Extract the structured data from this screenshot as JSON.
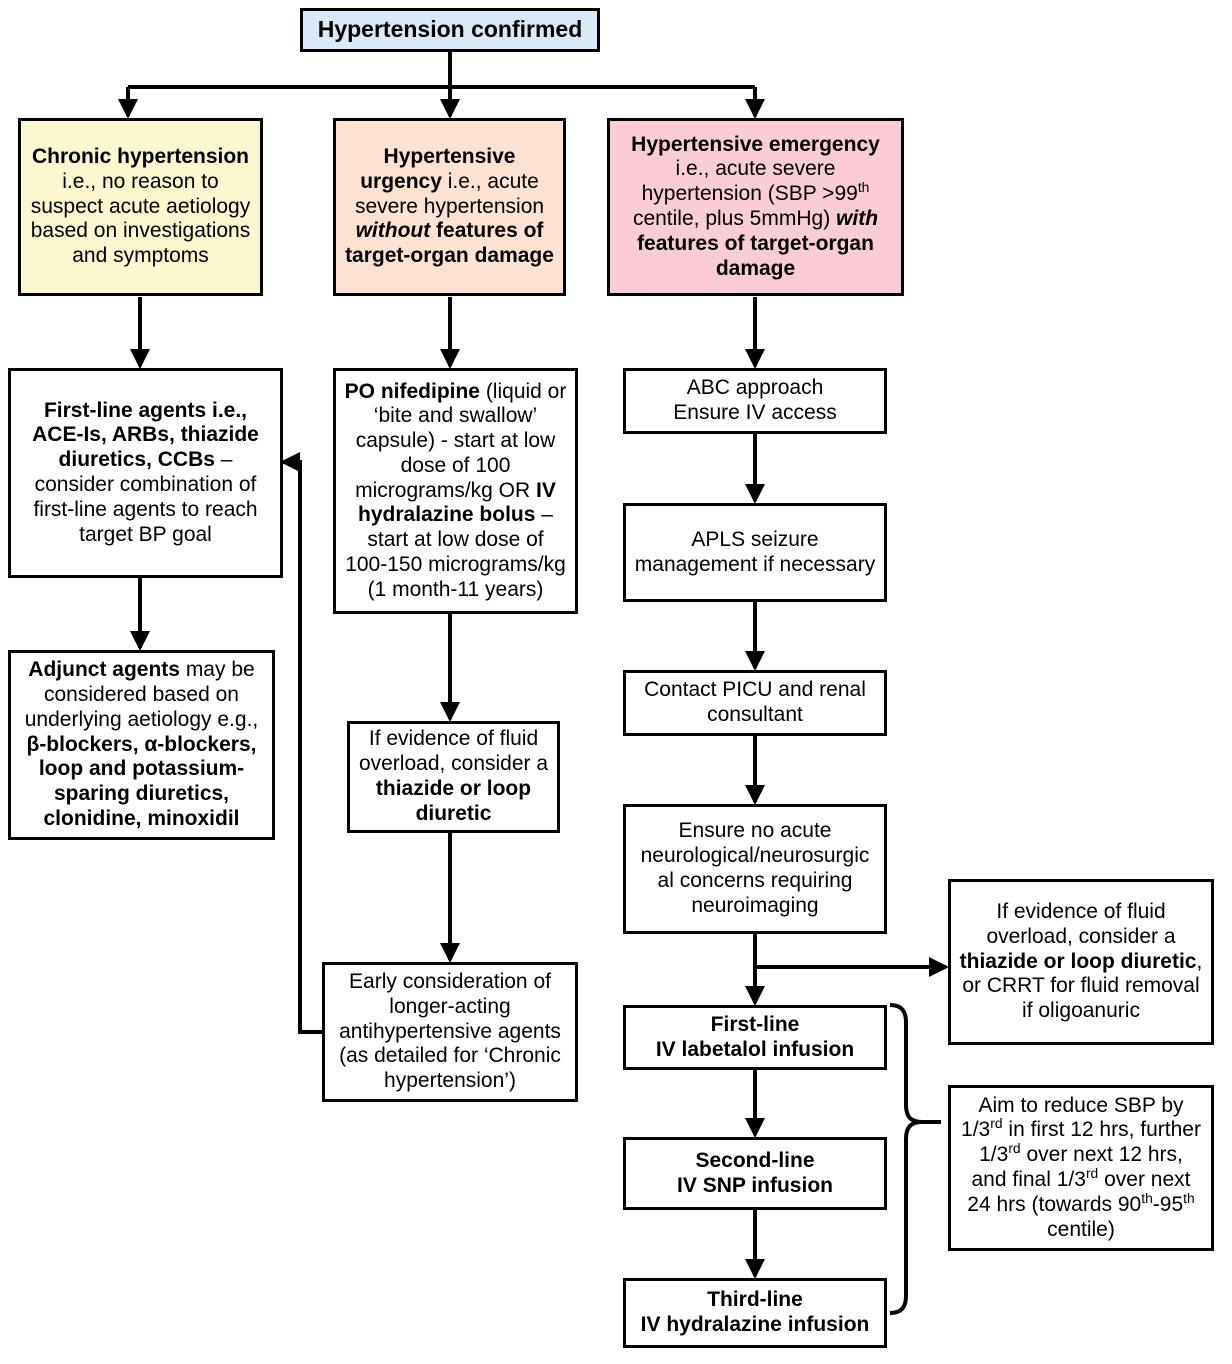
{
  "title": "Paediatric hypertension management flowchart",
  "colors": {
    "confirmed_fill": "#dbe9f7",
    "chronic_fill": "#fbf8d0",
    "urgency_fill": "#fbe2d3",
    "emergency_fill": "#f9ccd6",
    "plain_fill": "#ffffff",
    "stroke": "#000000"
  },
  "nodes": {
    "root": {
      "id": "hypertension-confirmed",
      "label": "Hypertension confirmed"
    },
    "chronic": {
      "id": "chronic-hypertension",
      "strong1": "Chronic",
      "strong2": "hypertension",
      "rest": " i.e., no reason to suspect acute aetiology based on investigations and symptoms"
    },
    "urgency": {
      "id": "hypertensive-urgency",
      "strong1": "Hypertensive",
      "strong2": "urgency",
      "mid": " i.e., acute severe hypertension ",
      "em": "without",
      "tail": " features of target-organ damage"
    },
    "emergency": {
      "id": "hypertensive-emergency",
      "strong1": "Hypertensive emergency",
      "mid1": "i.e., acute severe hypertension (SBP >99",
      "sup1": "th",
      "mid2": " centile, plus 5mmHg) ",
      "em": "with",
      "tail": " features of target-organ damage"
    },
    "first_line_agents": {
      "id": "first-line-agents",
      "strong": "First-line agents i.e., ACE-Is, ARBs, thiazide diuretics, CCBs",
      "rest": " – consider combination of first-line agents to reach target BP goal"
    },
    "adjunct_agents": {
      "id": "adjunct-agents",
      "strong1": "Adjunct agents",
      "mid": " may be considered based on underlying aetiology e.g., ",
      "strong2": "β-blockers, α-blockers, loop and potassium-sparing diuretics, clonidine, minoxidil"
    },
    "po_nifedipine": {
      "id": "po-nifedipine",
      "strong1": "PO nifedipine",
      "mid1": " (liquid or ‘bite and swallow’ capsule) - start at low dose of 100 micrograms/kg OR ",
      "strong2": "IV hydralazine bolus",
      "mid2": " – start at low dose of 100-150 micrograms/kg (1 month-11 years)"
    },
    "fluid_overload_mid": {
      "id": "fluid-overload-thiazide-loop",
      "plain1": "If evidence of fluid overload, consider a ",
      "strong": "thiazide or loop diuretic"
    },
    "early_consideration": {
      "id": "early-consideration-longer-acting",
      "text": "Early consideration of longer-acting antihypertensive agents (as detailed for ‘Chronic hypertension’)"
    },
    "abc_approach": {
      "id": "abc-approach",
      "line1": "ABC approach",
      "line2": "Ensure IV access"
    },
    "apls_seizure": {
      "id": "apls-seizure-management",
      "text": "APLS seizure management if necessary"
    },
    "contact_picu": {
      "id": "contact-picu-renal",
      "text": "Contact PICU and renal consultant"
    },
    "neuro_concerns": {
      "id": "neurological-concerns-neuroimaging",
      "text": "Ensure no acute neurological/neurosurgic al concerns requiring neuroimaging"
    },
    "first_line_iv": {
      "id": "first-line-iv-labetalol",
      "line1": "First-line",
      "line2": "IV labetalol infusion"
    },
    "second_line_iv": {
      "id": "second-line-iv-snp",
      "line1": "Second-line",
      "line2": "IV SNP infusion"
    },
    "third_line_iv": {
      "id": "third-line-iv-hydralazine",
      "line1": "Third-line",
      "line2": "IV hydralazine infusion"
    },
    "fluid_overload_right": {
      "id": "fluid-overload-crrt",
      "plain1": "If evidence of fluid overload, consider a ",
      "strong": "thiazide or loop diuretic",
      "plain2": ", or CRRT for fluid removal if oligoanuric"
    },
    "aim_reduce_sbp": {
      "id": "aim-reduce-sbp",
      "p1": "Aim to reduce SBP by 1/3",
      "s1": "rd",
      "p2": " in first 12 hrs, further 1/3",
      "s2": "rd",
      "p3": " over next 12 hrs, and final 1/3",
      "s3": "rd",
      "p4": " over next 24 hrs (towards 90",
      "s4": "th",
      "p5": "-95",
      "s5": "th",
      "p6": " centile)"
    }
  }
}
